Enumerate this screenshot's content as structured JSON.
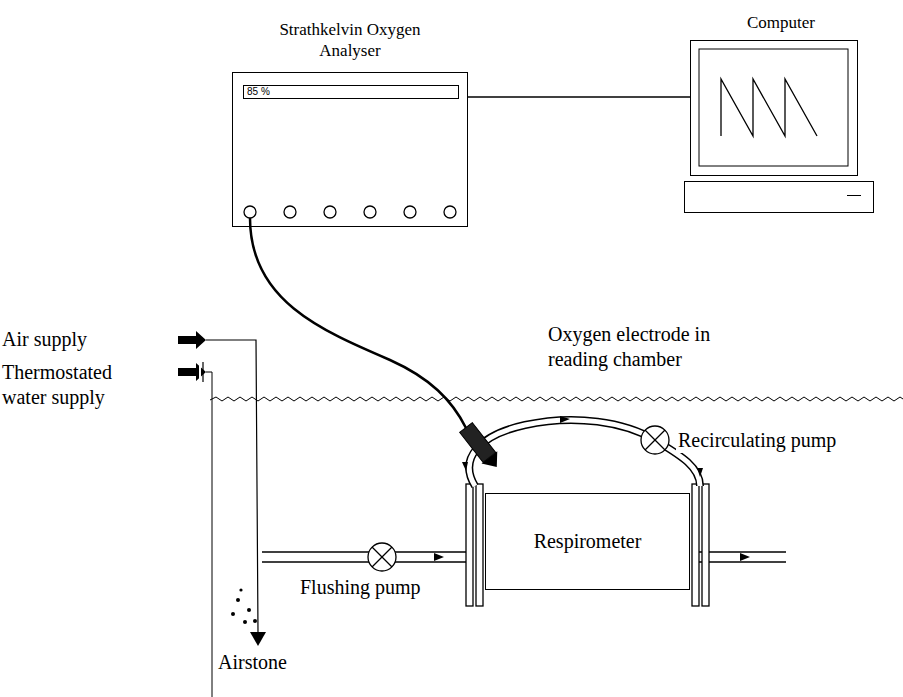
{
  "diagram": {
    "nodes": [
      {
        "text": [
          "Strathkelvin Oxygen Analyser",
          "85 %"
        ]
      },
      {
        "text": [
          "Computer"
        ]
      },
      {
        "text": [
          "Respirometer"
        ]
      }
    ],
    "edges": [
      {
        "from": 0,
        "to": 1,
        "arrow": "none"
      }
    ],
    "labels": [
      "Air supply",
      "Thermostated water supply",
      "Oxygen electrode in reading chamber",
      "Recirculating pump",
      "Flushing pump",
      "Airstone"
    ]
  }
}
